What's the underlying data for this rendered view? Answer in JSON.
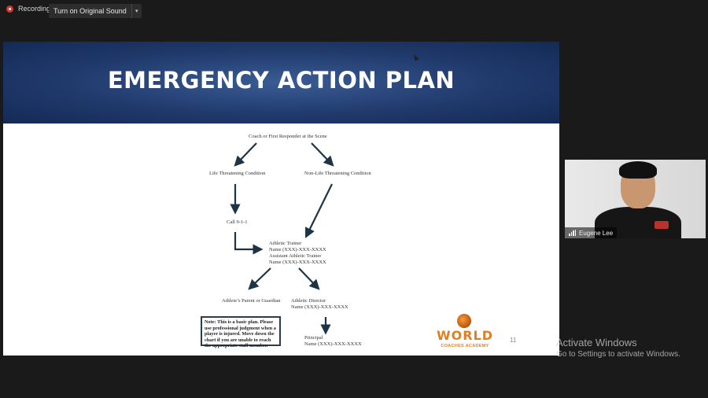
{
  "topbar": {
    "recording_label": "Recording",
    "sound_button_label": "Turn on Original Sound",
    "dropdown_glyph": "▾"
  },
  "slide": {
    "title": "EMERGENCY ACTION PLAN",
    "page_number": "11",
    "flowchart": {
      "top": "Coach or First Responder at the Scene",
      "left_branch": "Life Threatening Condition",
      "right_branch": "Non-Life Threatening Condition",
      "call": "Call 9-1-1",
      "trainer_lines": [
        "Athletic Trainer",
        "Name (XXX)-XXX-XXXX",
        "Assistant Athletic Trainer",
        "Name (XXX)-XXX-XXXX"
      ],
      "parent": "Athlete’s Parent or Guardian",
      "director_lines": [
        "Athletic Director",
        "Name (XXX)-XXX-XXXX"
      ],
      "principal_lines": [
        "Principal",
        "Name (XXX)-XXX-XXXX"
      ],
      "note": "Note: This is a basic plan. Please use professional judgment when a player is injured. Move down the chart if you are unable to reach the appropriate staff member."
    },
    "logo": {
      "word": "WORLD",
      "subtitle": "COACHES ACADEMY",
      "color": "#e07f20"
    },
    "banner_color": "#203a6c",
    "arrow_color": "#1e3445"
  },
  "participant": {
    "name": "Eugene Lee"
  },
  "watermark": {
    "line1": "Activate Windows",
    "line2": "Go to Settings to activate Windows."
  },
  "colors": {
    "recording_red": "#d9362b",
    "background": "#1a1a1a"
  }
}
